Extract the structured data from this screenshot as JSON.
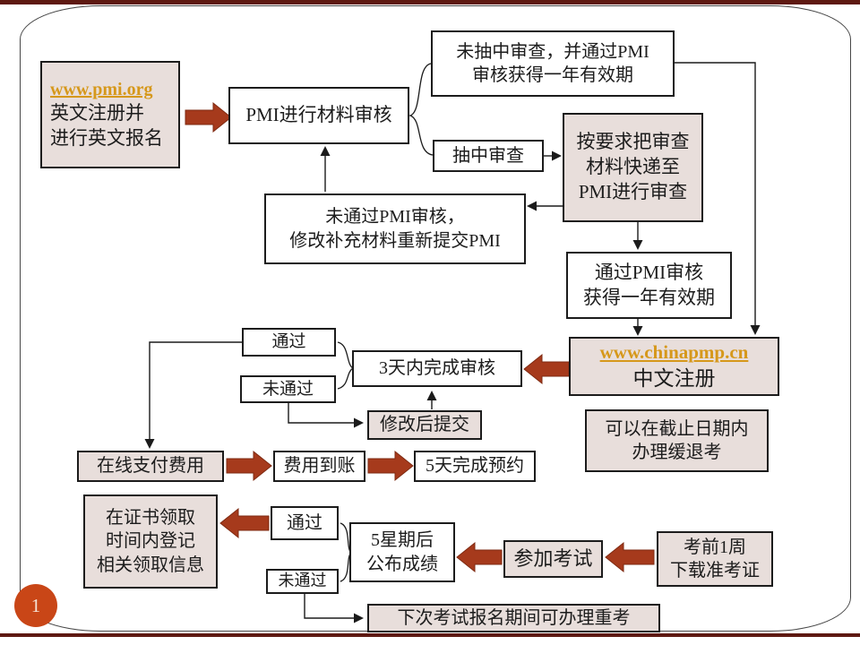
{
  "slide": {
    "page_number": "1",
    "colors": {
      "arrow": "#A63A1C",
      "arrow_edge": "#7E2A12",
      "box_fill": "#E8DEDB",
      "link": "#D6981B",
      "bar": "#5E1911",
      "badge_bg": "#C94617",
      "badge_text": "#F4E3D7",
      "line": "#1b1b1b"
    }
  },
  "nodes": {
    "start_link": "www.pmi.org",
    "start_text": "英文注册并\n进行英文报名",
    "pmi_review": "PMI进行材料审核",
    "not_selected": "未抽中审查，并通过PMI\n审核获得一年有效期",
    "selected": "抽中审查",
    "send_materials": "按要求把审查\n材料快递至\nPMI进行审查",
    "fail_pmi": "未通过PMI审核，\n修改补充材料重新提交PMI",
    "pass_pmi": "通过PMI审核\n获得一年有效期",
    "cn_link": "www.chinapmp.cn",
    "cn_text": "中文注册",
    "review_3days": "3天内完成审核",
    "pass_a": "通过",
    "fail_a": "未通过",
    "resubmit": "修改后提交",
    "pay_online": "在线支付费用",
    "fee_received": "费用到账",
    "book_5days": "5天完成预约",
    "defer": "可以在截止日期内\n办理缓退考",
    "cert_info": "在证书领取\n时间内登记\n相关领取信息",
    "pass_b": "通过",
    "fail_b": "未通过",
    "results": "5星期后\n公布成绩",
    "take_exam": "参加考试",
    "admission": "考前1周\n下载准考证",
    "retake": "下次考试报名期间可办理重考"
  }
}
